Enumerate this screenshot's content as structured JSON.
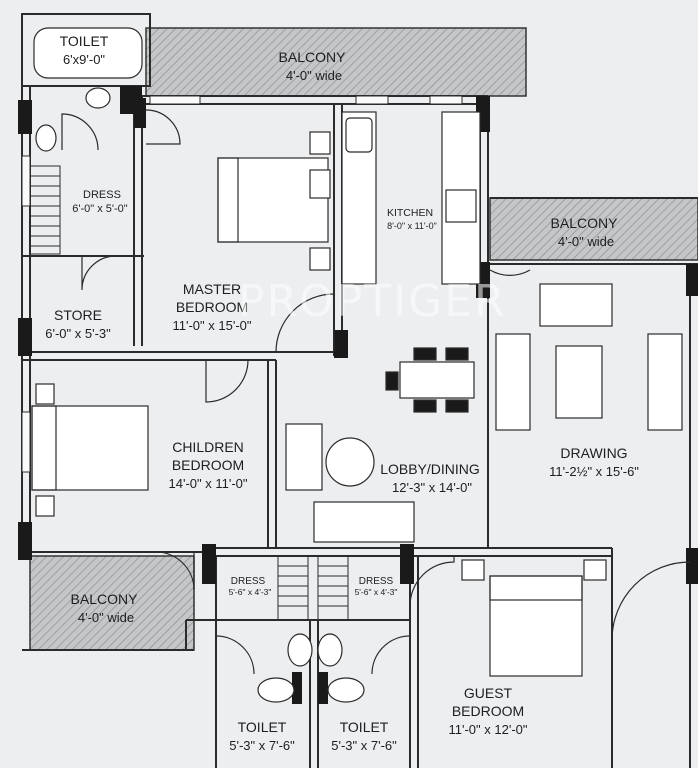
{
  "watermark": "PROPTIGER",
  "rooms": {
    "toilet_top": {
      "name": "TOILET",
      "dim": "6'x9'-0\""
    },
    "balcony_top": {
      "name": "BALCONY",
      "dim": "4'-0\" wide"
    },
    "dress_top": {
      "name": "DRESS",
      "dim": "6'-0\" x 5'-0\""
    },
    "kitchen": {
      "name": "KITCHEN",
      "dim": "8'-0\" x 11'-0\""
    },
    "balcony_right": {
      "name": "BALCONY",
      "dim": "4'-0\" wide"
    },
    "master_bedroom": {
      "name1": "MASTER",
      "name2": "BEDROOM",
      "dim": "11'-0\" x 15'-0\""
    },
    "store": {
      "name": "STORE",
      "dim": "6'-0\" x 5'-3\""
    },
    "children_bedroom": {
      "name1": "CHILDREN",
      "name2": "BEDROOM",
      "dim": "14'-0\" x 11'-0\""
    },
    "lobby_dining": {
      "name": "LOBBY/DINING",
      "dim": "12'-3\" x 14'-0\""
    },
    "drawing": {
      "name": "DRAWING",
      "dim": "11'-2½\" x 15'-6\""
    },
    "balcony_left": {
      "name": "BALCONY",
      "dim": "4'-0\" wide"
    },
    "dress_left": {
      "name": "DRESS",
      "dim": "5'-6\" x 4'-3\""
    },
    "dress_right": {
      "name": "DRESS",
      "dim": "5'-6\" x 4'-3\""
    },
    "toilet_left": {
      "name": "TOILET",
      "dim": "5'-3\" x 7'-6\""
    },
    "toilet_right": {
      "name": "TOILET",
      "dim": "5'-3\" x 7'-6\""
    },
    "guest_bedroom": {
      "name1": "GUEST",
      "name2": "BEDROOM",
      "dim": "11'-0\" x 12'-0\""
    }
  }
}
